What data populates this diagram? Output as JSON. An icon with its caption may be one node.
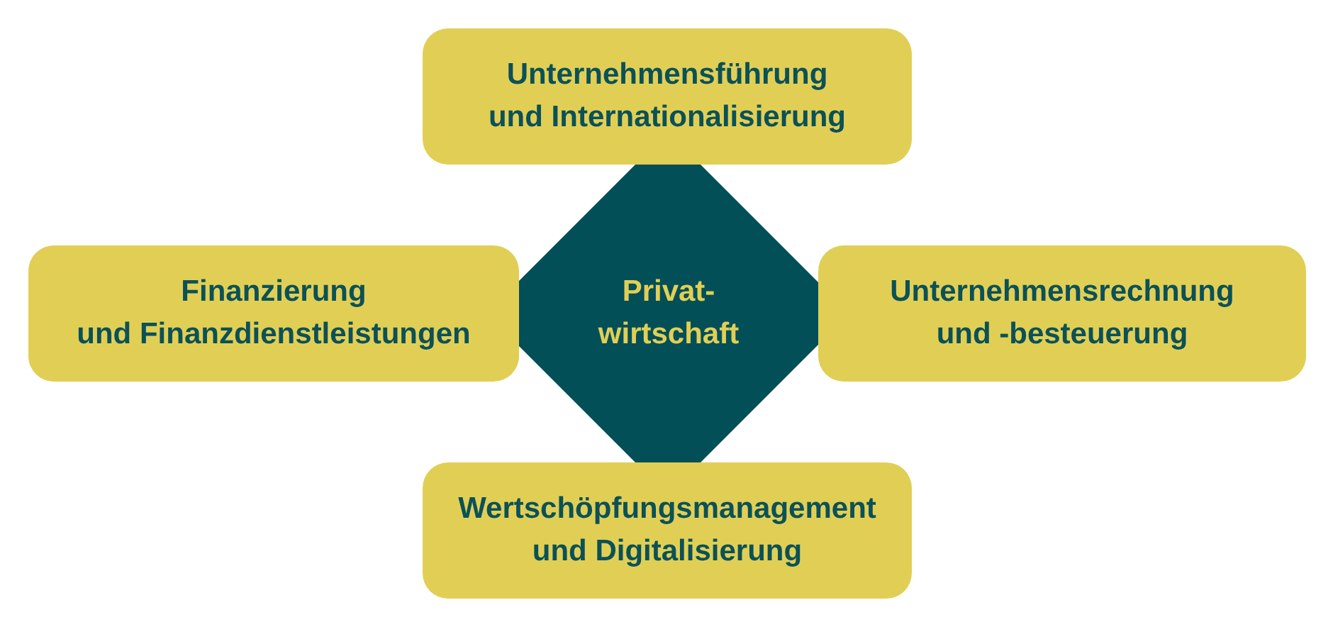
{
  "diagram": {
    "nodes": [
      {
        "text": [
          "Unternehmensführung und Internationalisierung"
        ]
      },
      {
        "text": [
          "Finanzierung und Finanzdienstleistungen"
        ]
      },
      {
        "text": [
          "Privat- wirtschaft"
        ]
      },
      {
        "text": [
          "Unternehmensrechnung und -besteuerung"
        ]
      },
      {
        "text": [
          "Wertschöpfungsmanagement und Digitalisierung"
        ]
      }
    ]
  }
}
